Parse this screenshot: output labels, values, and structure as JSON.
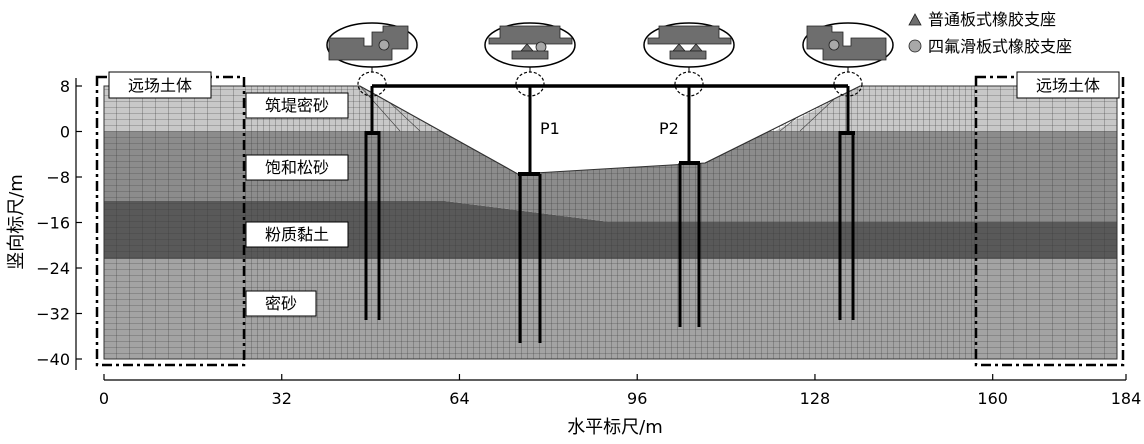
{
  "legend": {
    "items": [
      {
        "marker": "triangle",
        "label": "普通板式橡胶支座"
      },
      {
        "marker": "circle",
        "label": "四氟滑板式橡胶支座"
      }
    ]
  },
  "labels": {
    "far_field_left": "远场土体",
    "far_field_right": "远场土体",
    "pier1": "P1",
    "pier2": "P2"
  },
  "layers": [
    {
      "name": "筑堤密砂",
      "top": 8,
      "bottom": 0,
      "color": "#c8c8c8"
    },
    {
      "name": "饱和松砂",
      "top": 0,
      "bottom": -12.5,
      "color": "#8c8c8c"
    },
    {
      "name": "粉质黏土",
      "top": -12.5,
      "bottom": -23,
      "color": "#595959"
    },
    {
      "name": "密砂",
      "top": -23,
      "bottom": -40,
      "color": "#a3a3a3"
    }
  ],
  "axes": {
    "x_title": "水平标尺/m",
    "y_title": "竖向标尺/m",
    "x_ticks": [
      "0",
      "32",
      "64",
      "96",
      "128",
      "160",
      "184"
    ],
    "y_ticks": [
      "8",
      "0",
      "−8",
      "−16",
      "−24",
      "−32",
      "−40"
    ],
    "x_range": [
      0,
      184
    ],
    "y_range": [
      -40,
      8
    ]
  },
  "colors": {
    "embankment": "#c8c8c8",
    "loose_sand": "#8c8c8c",
    "silty_clay": "#595959",
    "dense_sand": "#a3a3a3",
    "mesh_line": "#3a3a3a",
    "structure": "#000000"
  }
}
